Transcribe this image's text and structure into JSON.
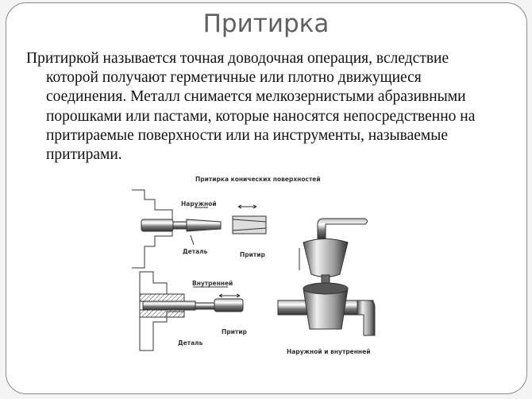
{
  "slide": {
    "title": "Притирка",
    "body_lines": [
      "Притиркой называется точная доводочная операция, вследствие",
      "которой получают герметичные или плотно движущиеся",
      "соединения. Металл снимается мелкозернистыми абразивными",
      "порошками или пастами, которые наносятся непосредственно на",
      "притираемые поверхности или на инструменты, называемые",
      "притирами."
    ]
  },
  "figure": {
    "title": "Притирка конических поверхностей",
    "labels": {
      "outer": "Наружной",
      "part_top": "Деталь",
      "lap_top": "Притир",
      "inner": "Внутренней",
      "lap_bottom": "Притир",
      "part_bottom": "Деталь",
      "both": "Наружной и внутренней"
    }
  }
}
